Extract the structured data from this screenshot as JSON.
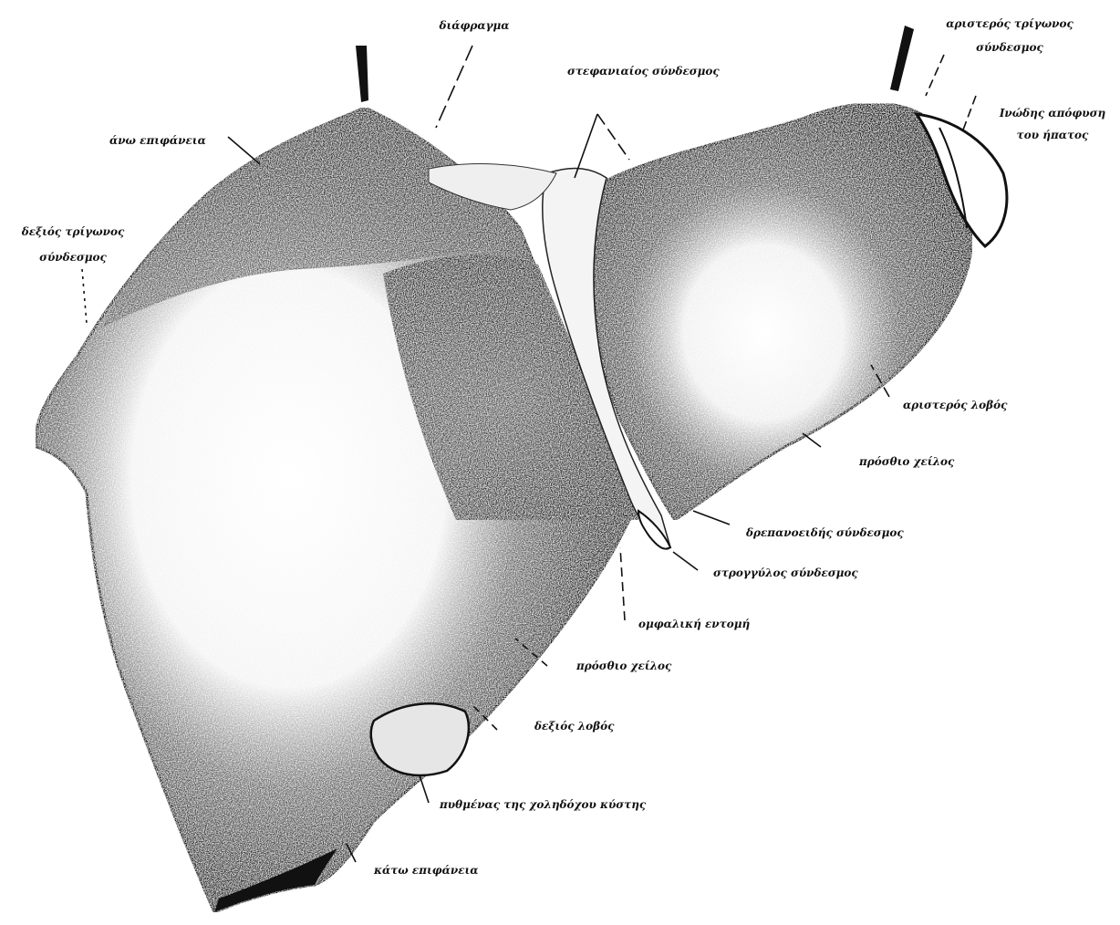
{
  "labels": {
    "diaphragm": "διάφραγμα",
    "coronary_ligament": "στεφανιαίος σύνδεσμος",
    "left_triangular_ligament_1": "αριστερός τρίγωνος",
    "left_triangular_ligament_2": "σύνδεσμος",
    "fibrous_appendix_1": "Ινώδης απόφυση",
    "fibrous_appendix_2": "του ήπατος",
    "upper_surface": "άνω επιφάνεια",
    "right_triangular_ligament_1": "δεξιός τρίγωνος",
    "right_triangular_ligament_2": "σύνδεσμος",
    "left_lobe": "αριστερός λοβός",
    "anterior_margin_left": "πρόσθιο χείλος",
    "falciform_ligament": "δρεπανοειδής σύνδεσμος",
    "round_ligament": "στρογγύλος σύνδεσμος",
    "umbilical_notch": "ομφαλική εντομή",
    "anterior_margin_right": "πρόσθιο χείλος",
    "right_lobe": "δεξιός λοβός",
    "gallbladder_fundus": "πυθμένας της χοληδόχου κύστης",
    "lower_surface": "κάτω επιφάνεια"
  },
  "colors": {
    "ink": "#111111",
    "shade_dark": "#1c1c1c",
    "shade_mid": "#5a5a5a",
    "paper": "#ffffff"
  }
}
